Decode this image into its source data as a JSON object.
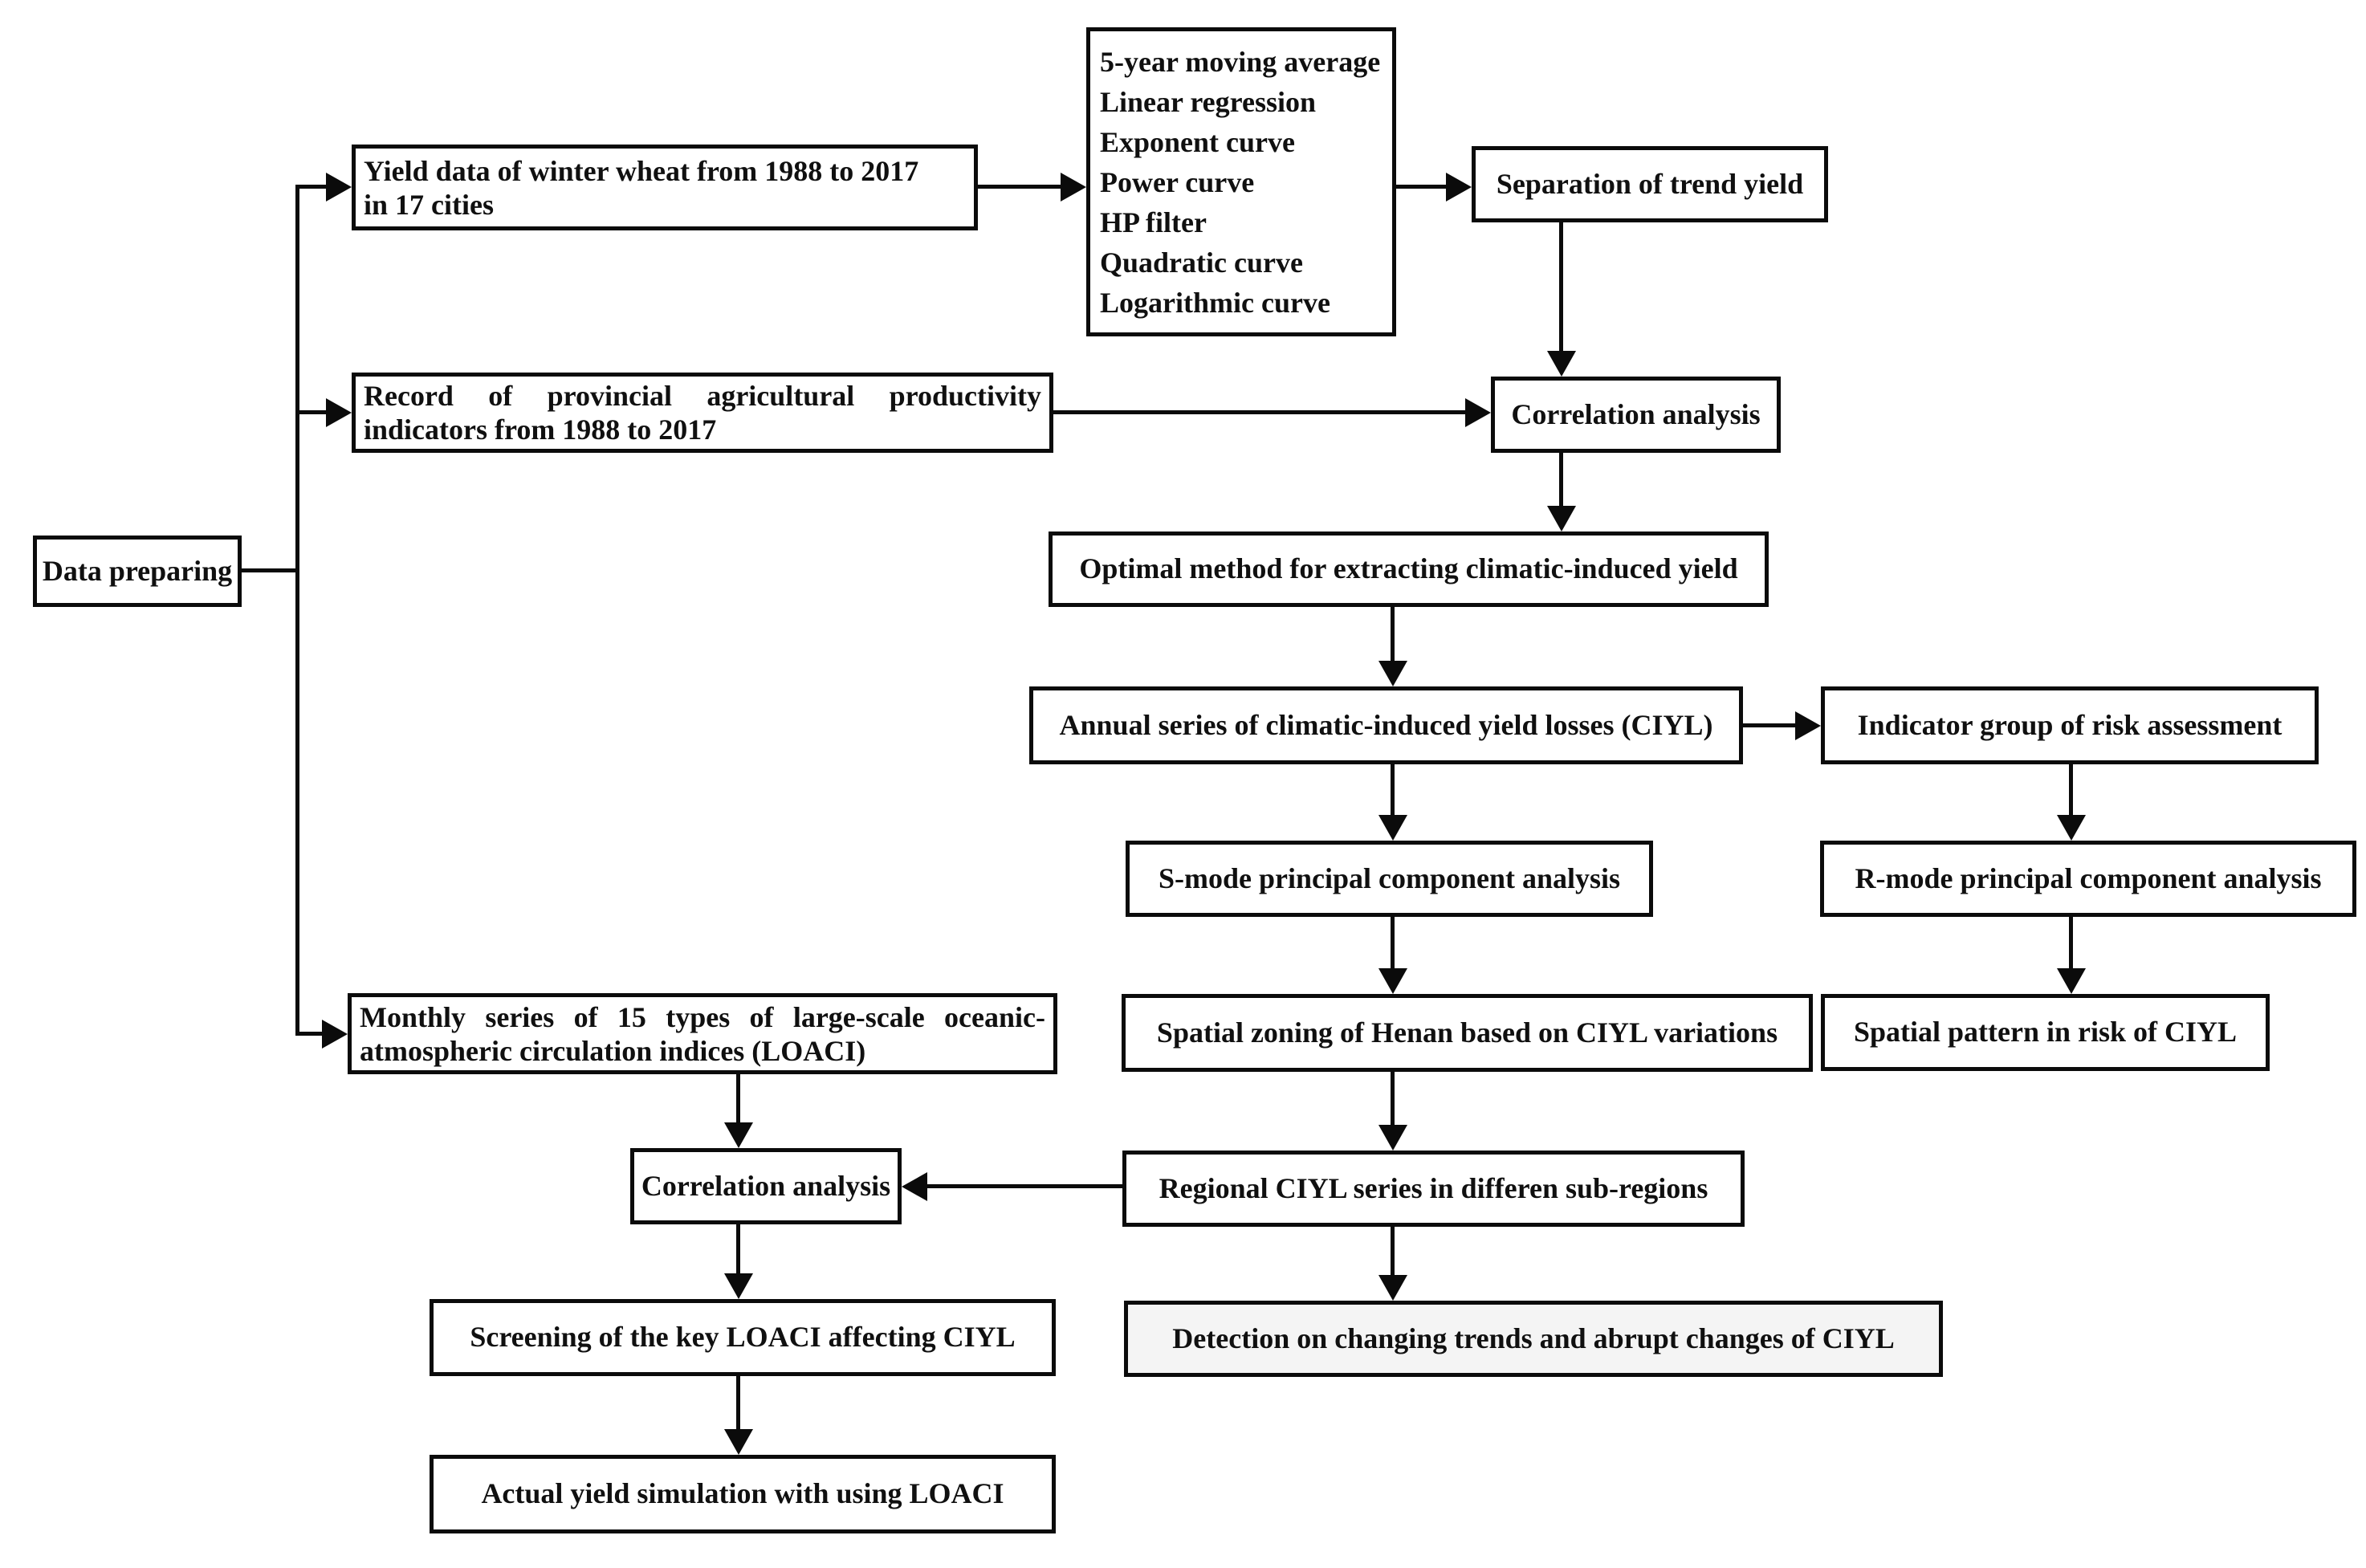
{
  "colors": {
    "line": "#0b0b0b",
    "box_bg": "#ffffff",
    "detection_bg": "#f4f4f4",
    "text": "#101010",
    "page_bg": "#ffffff"
  },
  "boxes": {
    "data_preparing": {
      "label": "Data preparing"
    },
    "yield_data": {
      "lines": [
        "Yield data of winter wheat from 1988 to 2017",
        "in 17 cities"
      ]
    },
    "trend_methods": {
      "lines": [
        "5-year moving average",
        "Linear regression",
        "Exponent curve",
        "Power curve",
        "HP filter",
        "Quadratic curve",
        "Logarithmic curve"
      ]
    },
    "separation": {
      "label": "Separation of trend yield"
    },
    "record": {
      "lines": [
        "Record of provincial agricultural productivity",
        "indicators from 1988 to 2017"
      ]
    },
    "correlation_top": {
      "label": "Correlation analysis"
    },
    "optimal": {
      "label": "Optimal method for extracting climatic-induced yield"
    },
    "annual_ciyl": {
      "label": "Annual series of climatic-induced yield losses (CIYL)"
    },
    "indicator_group": {
      "label": "Indicator group of risk assessment"
    },
    "s_mode": {
      "label": "S-mode principal component analysis"
    },
    "r_mode": {
      "label": "R-mode principal component analysis"
    },
    "spatial_zoning": {
      "label": "Spatial zoning of Henan based on CIYL variations"
    },
    "spatial_pattern": {
      "label": "Spatial pattern in risk of CIYL"
    },
    "monthly_loaci": {
      "lines": [
        "Monthly series of 15 types of large-scale oceanic-",
        "atmospheric circulation indices (LOACI)"
      ]
    },
    "correlation_left": {
      "label": "Correlation analysis"
    },
    "regional_ciyl": {
      "label": "Regional CIYL series in differen sub-regions"
    },
    "screening": {
      "label": "Screening of the key LOACI affecting CIYL"
    },
    "detection": {
      "label": "Detection on changing trends and abrupt changes of CIYL"
    },
    "actual_yield": {
      "label": "Actual yield simulation with using LOACI"
    }
  }
}
